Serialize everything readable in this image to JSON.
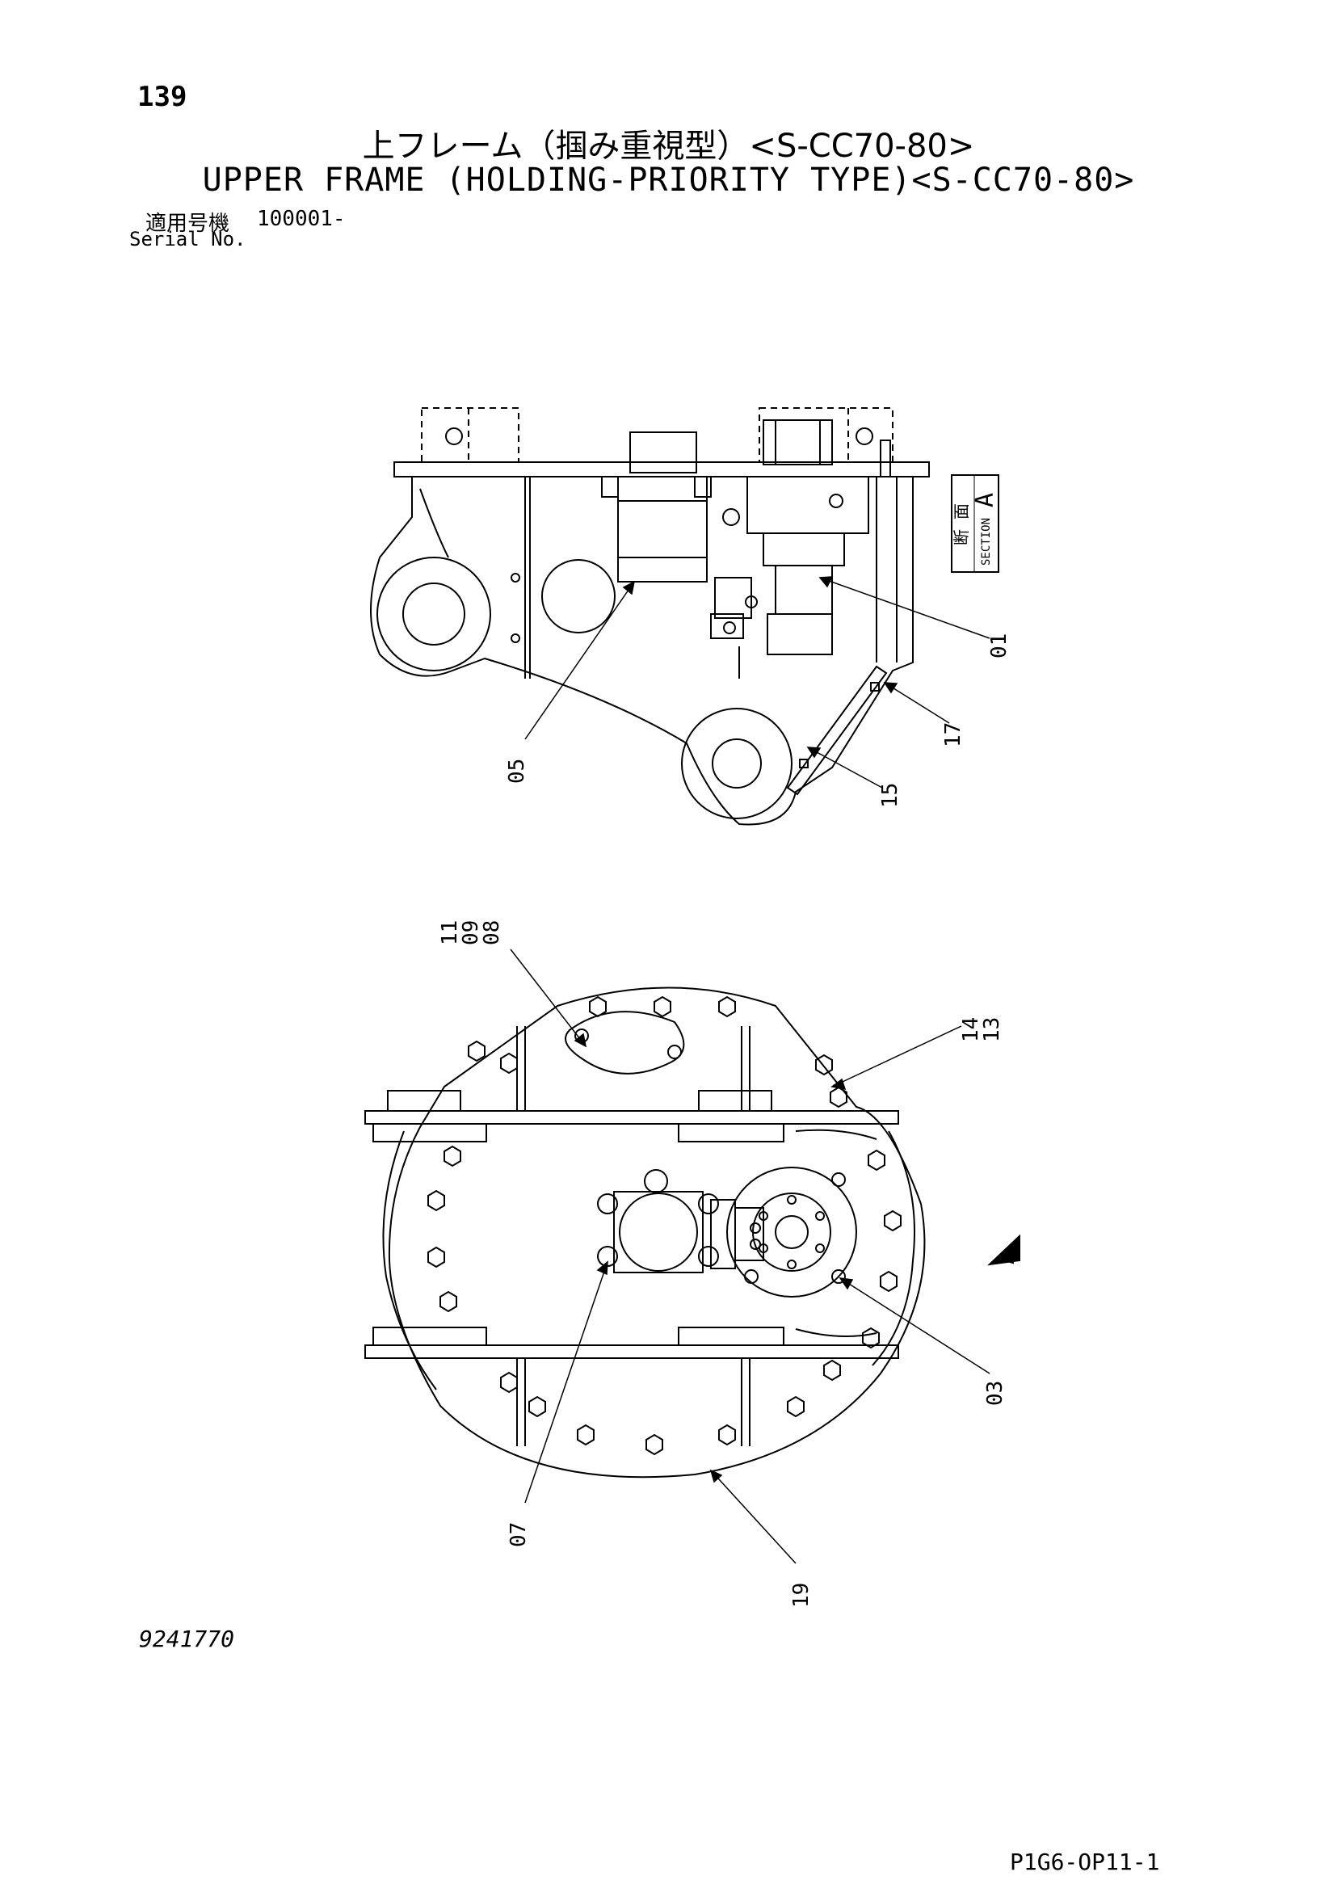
{
  "page_number": "139",
  "title": {
    "jp": "上フレーム（掴み重視型）<S-CC70-80>",
    "en": "UPPER FRAME (HOLDING-PRIORITY TYPE)<S-CC70-80>"
  },
  "serial": {
    "label_jp": "適用号機",
    "label_en": "Serial No.",
    "value": "100001-"
  },
  "section_tag": {
    "jp": "断 面",
    "en": "SECTION",
    "letter": "A"
  },
  "view_marker": "A",
  "callouts": {
    "top": [
      "01",
      "05",
      "15",
      "17"
    ],
    "bottom_group": [
      "11",
      "09",
      "08"
    ],
    "bottom_group2": [
      "14",
      "13"
    ],
    "bottom": [
      "03",
      "07",
      "19"
    ]
  },
  "drawing_number": "9241770",
  "sheet_code": "P1G6-OP11-1"
}
